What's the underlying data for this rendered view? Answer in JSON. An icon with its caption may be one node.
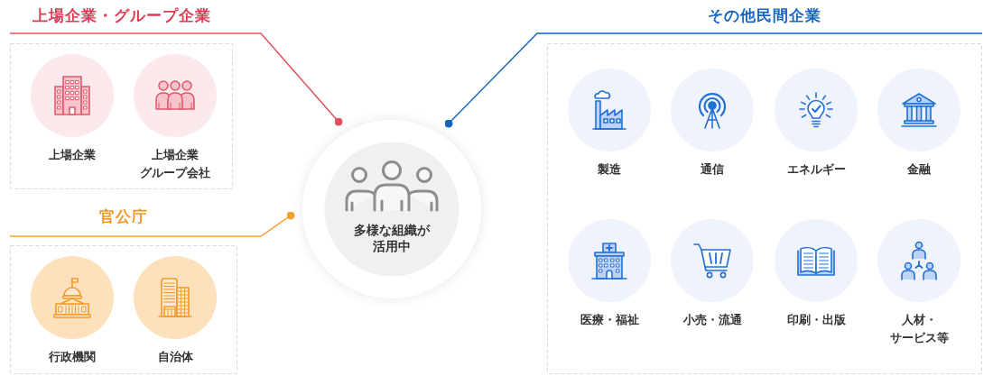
{
  "diagram": {
    "nodes": [
      {
        "text": [
          "上場企業・グループ企業"
        ]
      },
      {
        "text": [
          "上場企業"
        ],
        "in": 0
      },
      {
        "text": [
          "上場企業グループ会社"
        ],
        "in": 0
      },
      {
        "text": [
          "官公庁"
        ]
      },
      {
        "text": [
          "行政機関"
        ],
        "in": 3
      },
      {
        "text": [
          "自治体"
        ],
        "in": 3
      },
      {
        "text": [
          "多様な組織が活用中"
        ]
      },
      {
        "text": [
          "その他民間企業"
        ]
      },
      {
        "text": [
          "製造"
        ],
        "in": 7
      },
      {
        "text": [
          "通信"
        ],
        "in": 7
      },
      {
        "text": [
          "エネルギー"
        ],
        "in": 7
      },
      {
        "text": [
          "金融"
        ],
        "in": 7
      },
      {
        "text": [
          "医療・福祉"
        ],
        "in": 7
      },
      {
        "text": [
          "小売・流通"
        ],
        "in": 7
      },
      {
        "text": [
          "印刷・出版"
        ],
        "in": 7
      },
      {
        "text": [
          "人材・サービス等"
        ],
        "in": 7
      }
    ],
    "edges": [
      {
        "from": 0,
        "to": 6,
        "arrow": "other",
        "color": "#e0505f"
      },
      {
        "from": 3,
        "to": 6,
        "arrow": "other",
        "color": "#f5a030"
      },
      {
        "from": 7,
        "to": 6,
        "arrow": "other",
        "color": "#1166c3"
      }
    ]
  }
}
